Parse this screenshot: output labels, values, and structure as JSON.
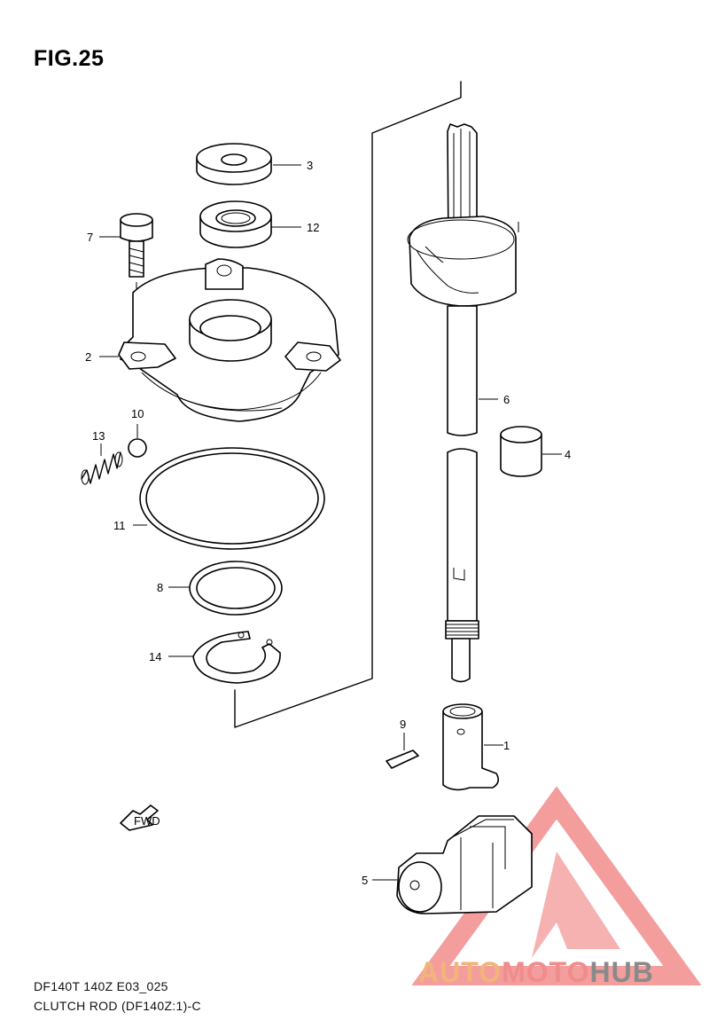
{
  "figure_label": "FIG.25",
  "captions": {
    "model": "DF140T 140Z E03_025",
    "title": "CLUTCH ROD (DF140Z:1)-C"
  },
  "watermark": {
    "part1": "AUTO",
    "part2": "MOTO",
    "part3": "HUB",
    "color_triangle": "#f28c8c",
    "color_auto": "#f2b47a",
    "color_moto": "#f08c8c",
    "color_hub": "#8a8a8a"
  },
  "fwd_arrow": {
    "label": "FWD"
  },
  "callouts": [
    "1",
    "2",
    "3",
    "4",
    "5",
    "6",
    "7",
    "8",
    "9",
    "10",
    "11",
    "12",
    "13",
    "14"
  ]
}
